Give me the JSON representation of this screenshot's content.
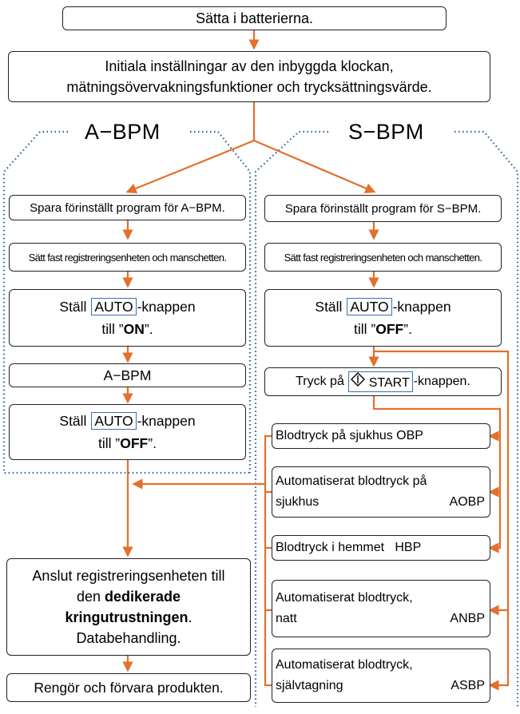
{
  "colors": {
    "arrow": "#e3702c",
    "dotted": "#2e5d9e",
    "box_border": "#222222",
    "button_border": "#3a6fb0"
  },
  "top": {
    "insert_batteries": "Sätta i batterierna.",
    "initial_line1": "Initiala inställningar av den inbyggda klockan,",
    "initial_line2": "mätningsövervakningsfunktioner och trycksättningsvärde."
  },
  "abpm": {
    "title": "A−BPM",
    "save_program": "Spara förinställt program för A−BPM.",
    "attach": "Sätt fast registreringsenheten och manschetten.",
    "set_prefix": "Ställ",
    "auto_button": "AUTO",
    "set_suffix": "-knappen",
    "to_prefix": "till ”",
    "on_value": "ON",
    "to_suffix": "”.",
    "middle": "A−BPM",
    "set2_prefix": "Ställ",
    "set2_suffix": "-knappen",
    "to2_prefix": "till ”",
    "off_value": "OFF",
    "to2_suffix": "”."
  },
  "sbpm": {
    "title": "S−BPM",
    "save_program": "Spara förinställt program för S−BPM.",
    "attach": "Sätt fast registreringsenheten och manschetten.",
    "set_prefix": "Ställ",
    "auto_button": "AUTO",
    "set_suffix": "-knappen",
    "to_prefix": "till ”",
    "off_value": "OFF",
    "to_suffix": "”.",
    "press_prefix": "Tryck på",
    "start_button": "START",
    "press_suffix": "-knappen.",
    "start_icon": "diamond-start-icon",
    "obp": "Blodtryck på sjukhus OBP",
    "aobp_line1": "Automatiserat blodtryck på",
    "aobp_line2a": "sjukhus",
    "aobp_line2b": "AOBP",
    "hbp": "Blodtryck i hemmet   HBP",
    "anbp_line1": "Automatiserat blodtryck,",
    "anbp_line2a": "natt",
    "anbp_line2b": "ANBP",
    "asbp_line1": "Automatiserat blodtryck,",
    "asbp_line2a": "självtagning",
    "asbp_line2b": "ASBP"
  },
  "bottom": {
    "connect_line1": "Anslut registreringsenheten till",
    "connect_line2a": "den ",
    "connect_bold": "dedikerade kringutrustningen",
    "connect_line3b": ".",
    "connect_line4": "Databehandling.",
    "clean": "Rengör och förvara produkten."
  }
}
